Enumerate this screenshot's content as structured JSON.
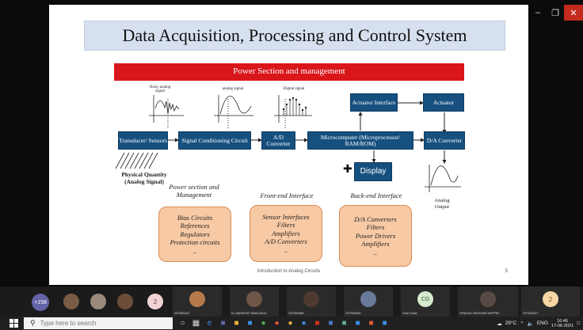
{
  "slide": {
    "title": "Data Acquisition, Processing and Control System",
    "banner": "Power Section and management",
    "blocks": {
      "transducer": "Transducer/ Sensors",
      "signal_conditioning": "Signal Conditioning Circuit",
      "ad": "A/D Converter",
      "microcomputer": "Microcomputer (Microprocessor/ RAM/ROM)",
      "actuator_interface": "Actuator Interface",
      "actuator": "Actuator",
      "da": "D/A Converter",
      "display": "Display"
    },
    "signal_labels": {
      "noisy": "Noisy analog signal",
      "analog": "analog signal",
      "digital": "Digital signal",
      "physical": "Physical Quantity (Analog Signal)",
      "analog_output": "Analog Output"
    },
    "sections": [
      {
        "heading": "Power section and Management",
        "items": [
          "Bias Circuits",
          "References",
          "Regulators",
          "Protection circuits",
          ".."
        ]
      },
      {
        "heading": "Front-end Interface",
        "items": [
          "Sensor Interfaces",
          "Filters",
          "Amplifiers",
          "A/D Converters",
          ".."
        ]
      },
      {
        "heading": "Back-end Interface",
        "items": [
          "D/A Converters",
          "Filters",
          "Power Drivers",
          "Amplifiers",
          ".."
        ]
      }
    ],
    "footer": "Introduction to Analog Circuits",
    "page": "5"
  },
  "meeting": {
    "more_count": "+158",
    "tile_names": [
      "20TS5AD02",
      "Dr. NANDIPATI RAMA RAJU",
      "20TS5AD6B",
      "20TS5AD6D",
      "Chief Guest",
      "VENKATA SIDDHAAR MOPPEE",
      "20TS5AD3T"
    ],
    "badge_2": "2",
    "cg_initials": "CG"
  },
  "taskbar": {
    "search_placeholder": "Type here to search",
    "temp": "29°C",
    "lang": "ENG",
    "time": "16:46",
    "date": "17-06-2021"
  }
}
